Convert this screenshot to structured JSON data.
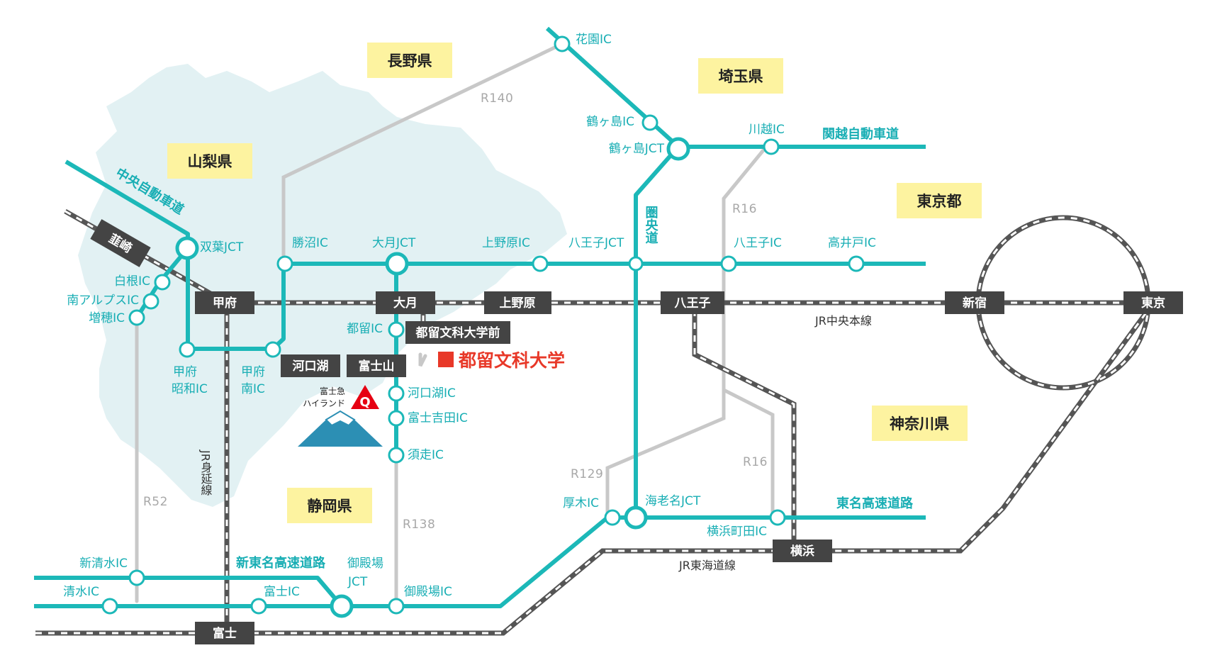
{
  "colors": {
    "expressway": "#1cb8b8",
    "national_route": "#c8c8c8",
    "prefecture_fill": "#e2f1f3",
    "label_bg": "#fdf3a0",
    "station_bg": "#444444",
    "university": "#e83828"
  },
  "prefectures": {
    "nagano": "長野県",
    "saitama": "埼玉県",
    "yamanashi": "山梨県",
    "tokyo": "東京都",
    "kanagawa": "神奈川県",
    "shizuoka": "静岡県"
  },
  "expressways": {
    "chuo": "中央自動車道",
    "kanetsu": "関越自動車道",
    "ken_o": "圏央道",
    "tomei": "東名高速道路",
    "shintomei": "新東名高速道路"
  },
  "routes": {
    "r140": "R140",
    "r16a": "R16",
    "r16b": "R16",
    "r129": "R129",
    "r52": "R52",
    "r138": "R138"
  },
  "interchanges": {
    "hanazono": "花園IC",
    "tsurugashima": "鶴ヶ島IC",
    "tsurugashima_jct": "鶴ヶ島JCT",
    "kawagoe": "川越IC",
    "futaba_jct": "双葉JCT",
    "shirane": "白根IC",
    "minami_alps": "南アルプスIC",
    "masuho": "増穂IC",
    "katsunuma": "勝沼IC",
    "otsuki_jct": "大月JCT",
    "uenohara": "上野原IC",
    "hachioji_jct": "八王子JCT",
    "hachioji": "八王子IC",
    "takaido": "高井戸IC",
    "tsuru": "都留IC",
    "kofu_showa_1": "甲府",
    "kofu_showa_2": "昭和IC",
    "kofu_minami_1": "甲府",
    "kofu_minami_2": "南IC",
    "kawaguchiko": "河口湖IC",
    "fuji_yoshida": "富士吉田IC",
    "subashiri": "須走IC",
    "atsugi": "厚木IC",
    "ebina_jct": "海老名JCT",
    "yokohama_machida": "横浜町田IC",
    "shinshimizu": "新清水IC",
    "shimizu": "清水IC",
    "fuji": "富士IC",
    "gotemba_jct_1": "御殿場",
    "gotemba_jct_2": "JCT",
    "gotemba": "御殿場IC"
  },
  "stations": {
    "nirasaki": "韮崎",
    "kofu": "甲府",
    "otsuki": "大月",
    "uenohara": "上野原",
    "hachioji": "八王子",
    "shinjuku": "新宿",
    "tokyo": "東京",
    "tsuru_bunka": "都留文科大学前",
    "kawaguchiko": "河口湖",
    "fujisan": "富士山",
    "yokohama": "横浜",
    "fuji": "富士"
  },
  "rail_lines": {
    "chuo_main": "JR中央本線",
    "tokaido": "JR東海道線",
    "minobu": "JR身延線"
  },
  "landmarks": {
    "university": "都留文科大学",
    "fujiq_1": "富士急",
    "fujiq_2": "ハイランド",
    "fujiq_logo": "Q"
  }
}
